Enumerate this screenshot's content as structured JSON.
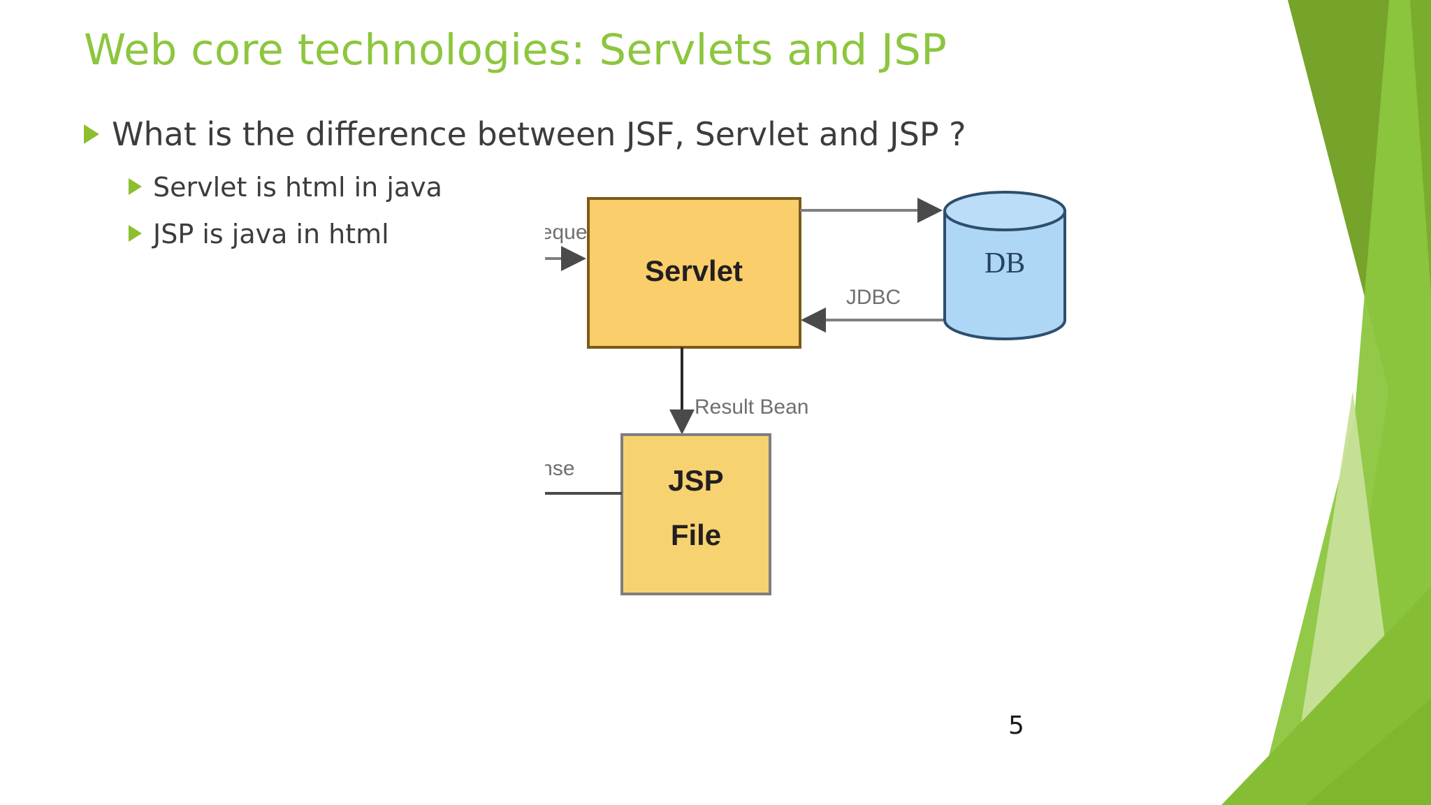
{
  "slide": {
    "title": "Web core technologies: Servlets and JSP",
    "page_number": "5",
    "title_color": "#8CC63E",
    "bullet_marker_color": "#8CBF2E",
    "body_text_color": "#3C3C3B",
    "accent_green_dark": "#7AAB21",
    "accent_green_mid": "#8CC63E",
    "accent_green_light": "#C3DE8E"
  },
  "bullets": {
    "level1": [
      {
        "text": "What is the difference between JSF, Servlet and JSP ?"
      }
    ],
    "level2": [
      {
        "text": "Servlet is html in java"
      },
      {
        "text": "JSP is java in html"
      }
    ]
  },
  "diagram": {
    "type": "flow",
    "nodes": [
      {
        "id": "servlet",
        "label": "Servlet",
        "shape": "rectangle",
        "fill": "#F9CE6B",
        "stroke": "#7A5B18"
      },
      {
        "id": "db",
        "label": "DB",
        "shape": "cylinder",
        "fill": "#AED6F5",
        "stroke": "#2E4E6E"
      },
      {
        "id": "jsp",
        "label_line1": "JSP",
        "label_line2": "File",
        "shape": "rectangle",
        "fill": "#F7D270",
        "stroke": "#7E7E7E"
      }
    ],
    "edges": [
      {
        "id": "request",
        "label": "Request",
        "from": "client",
        "to": "servlet"
      },
      {
        "id": "servlet-to-db",
        "label": "",
        "from": "servlet",
        "to": "db"
      },
      {
        "id": "jdbc",
        "label": "JDBC",
        "from": "db",
        "to": "servlet"
      },
      {
        "id": "result-bean",
        "label": "Result Bean",
        "from": "servlet",
        "to": "jsp"
      },
      {
        "id": "response",
        "label": "Response",
        "from": "jsp",
        "to": "client"
      }
    ],
    "edge_color": "#7F7F7F"
  }
}
